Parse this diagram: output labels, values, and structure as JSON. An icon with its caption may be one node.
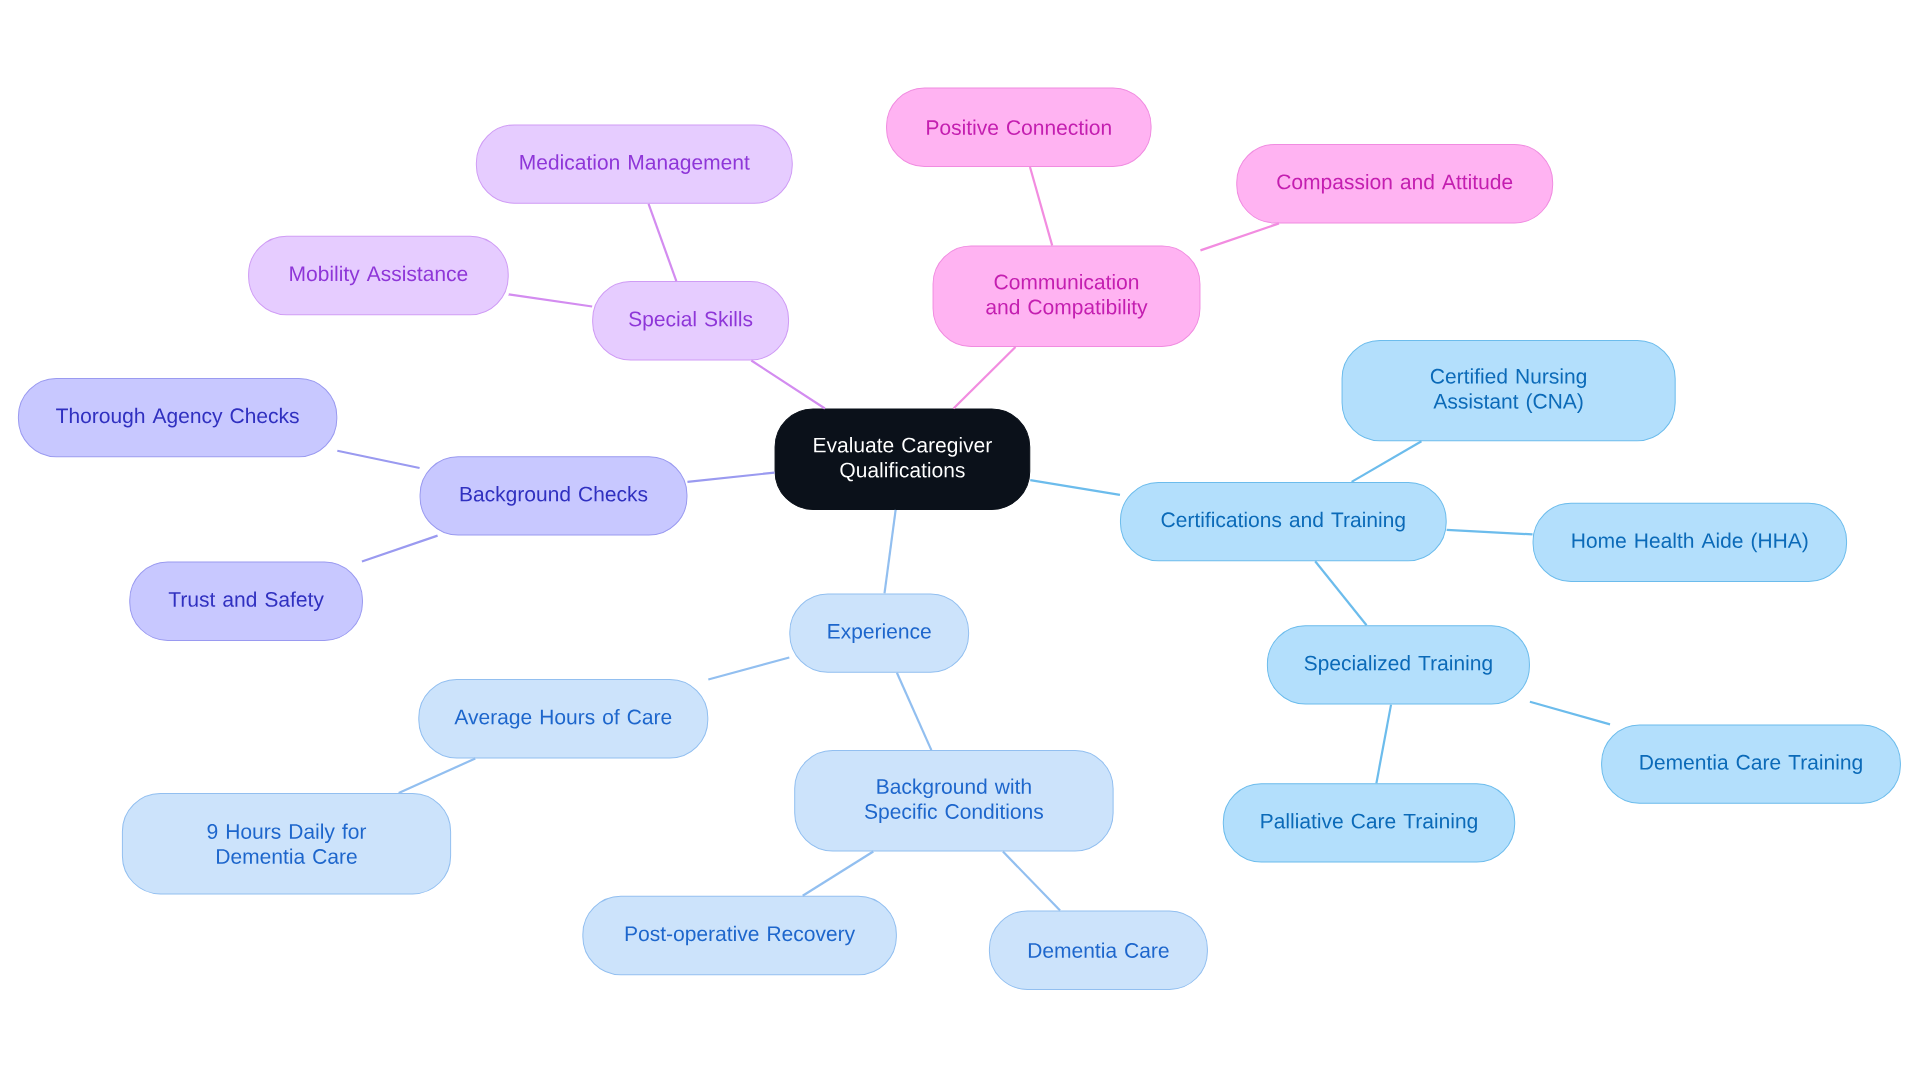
{
  "diagram": {
    "nodes": [
      {
        "text": [
          "Evaluate Caregiver Qualifications"
        ]
      },
      {
        "text": [
          "Special Skills"
        ]
      },
      {
        "text": [
          "Medication Management"
        ]
      },
      {
        "text": [
          "Mobility Assistance"
        ]
      },
      {
        "text": [
          "Communication and Compatibility"
        ]
      },
      {
        "text": [
          "Positive Connection"
        ]
      },
      {
        "text": [
          "Compassion and Attitude"
        ]
      },
      {
        "text": [
          "Background Checks"
        ]
      },
      {
        "text": [
          "Thorough Agency Checks"
        ]
      },
      {
        "text": [
          "Trust and Safety"
        ]
      },
      {
        "text": [
          "Certifications and Training"
        ]
      },
      {
        "text": [
          "Certified Nursing Assistant (CNA)"
        ]
      },
      {
        "text": [
          "Home Health Aide (HHA)"
        ]
      },
      {
        "text": [
          "Specialized Training"
        ]
      },
      {
        "text": [
          "Dementia Care Training"
        ]
      },
      {
        "text": [
          "Palliative Care Training"
        ]
      },
      {
        "text": [
          "Experience"
        ]
      },
      {
        "text": [
          "Average Hours of Care"
        ]
      },
      {
        "text": [
          "9 Hours Daily for Dementia Care"
        ]
      },
      {
        "text": [
          "Background with Specific Conditions"
        ]
      },
      {
        "text": [
          "Post-operative Recovery"
        ]
      },
      {
        "text": [
          "Dementia Care"
        ]
      }
    ],
    "edges": [
      {
        "from": 0,
        "to": 1,
        "arrow": "none",
        "color": "#d38cf0"
      },
      {
        "from": 1,
        "to": 2,
        "arrow": "none",
        "color": "#d38cf0"
      },
      {
        "from": 1,
        "to": 3,
        "arrow": "none",
        "color": "#d38cf0"
      },
      {
        "from": 0,
        "to": 4,
        "arrow": "none",
        "color": "#f28ce0"
      },
      {
        "from": 4,
        "to": 5,
        "arrow": "none",
        "color": "#f28ce0"
      },
      {
        "from": 4,
        "to": 6,
        "arrow": "none",
        "color": "#f28ce0"
      },
      {
        "from": 0,
        "to": 7,
        "arrow": "none",
        "color": "#9a9af0"
      },
      {
        "from": 7,
        "to": 8,
        "arrow": "none",
        "color": "#9a9af0"
      },
      {
        "from": 7,
        "to": 9,
        "arrow": "none",
        "color": "#9a9af0"
      },
      {
        "from": 0,
        "to": 10,
        "arrow": "none",
        "color": "#6cbcec"
      },
      {
        "from": 10,
        "to": 11,
        "arrow": "none",
        "color": "#6cbcec"
      },
      {
        "from": 10,
        "to": 12,
        "arrow": "none",
        "color": "#6cbcec"
      },
      {
        "from": 10,
        "to": 13,
        "arrow": "none",
        "color": "#6cbcec"
      },
      {
        "from": 13,
        "to": 14,
        "arrow": "none",
        "color": "#6cbcec"
      },
      {
        "from": 13,
        "to": 15,
        "arrow": "none",
        "color": "#6cbcec"
      },
      {
        "from": 0,
        "to": 16,
        "arrow": "none",
        "color": "#92bff0"
      },
      {
        "from": 16,
        "to": 17,
        "arrow": "none",
        "color": "#92bff0"
      },
      {
        "from": 17,
        "to": 18,
        "arrow": "none",
        "color": "#92bff0"
      },
      {
        "from": 16,
        "to": 19,
        "arrow": "none",
        "color": "#92bff0"
      },
      {
        "from": 19,
        "to": 20,
        "arrow": "none",
        "color": "#92bff0"
      },
      {
        "from": 19,
        "to": 21,
        "arrow": "none",
        "color": "#92bff0"
      }
    ]
  }
}
